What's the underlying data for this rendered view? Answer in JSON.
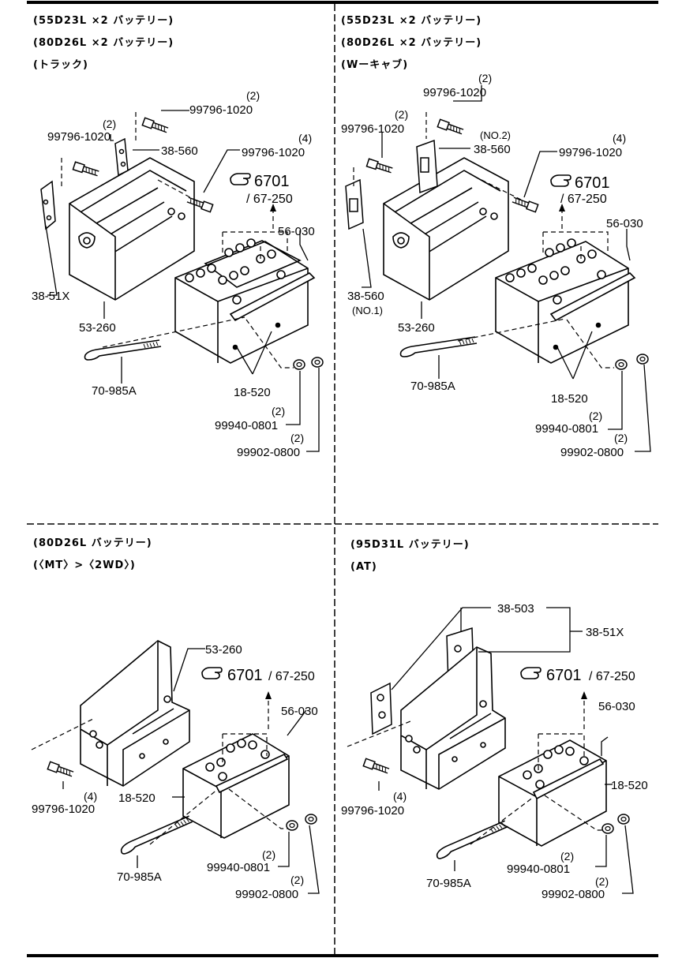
{
  "panels": [
    {
      "headers": [
        "(55D23L  ×2  バッテリー)",
        "(80D26L  ×2  バッテリー)",
        "(トラック)"
      ],
      "labels": {
        "bolt_top": "99796-1020",
        "bolt_top_qty": "(2)",
        "bolt_left": "99796-1020",
        "bolt_left_qty": "(2)",
        "bracket_38_560": "38-560",
        "bolt_right": "99796-1020",
        "bolt_right_qty": "(4)",
        "ref_main": "6701",
        "ref_sub": "/ 67-250",
        "battery": "56-030",
        "bracket_38_51x": "38-51X",
        "tray": "53-260",
        "rod": "70-985A",
        "holder": "18-520",
        "nut1": "99940-0801",
        "nut1_qty": "(2)",
        "nut2": "99902-0800",
        "nut2_qty": "(2)"
      }
    },
    {
      "headers": [
        "(55D23L  ×2  バッテリー)",
        "(80D26L  ×2  バッテリー)",
        "(Wーキャブ)"
      ],
      "labels": {
        "bolt_top": "99796-1020",
        "bolt_top_qty": "(2)",
        "bolt_left": "99796-1020",
        "bolt_left_qty": "(2)",
        "no2": "(NO.2)",
        "bracket_38_560": "38-560",
        "bolt_right": "99796-1020",
        "bolt_right_qty": "(4)",
        "ref_main": "6701",
        "ref_sub": "/ 67-250",
        "battery": "56-030",
        "bracket_38_560_no1": "38-560",
        "no1": "(NO.1)",
        "tray": "53-260",
        "rod": "70-985A",
        "holder": "18-520",
        "nut1": "99940-0801",
        "nut1_qty": "(2)",
        "nut2": "99902-0800",
        "nut2_qty": "(2)"
      }
    },
    {
      "headers": [
        "(80D26L  バッテリー)",
        "(〈MT〉>〈2WD〉)"
      ],
      "labels": {
        "tray": "53-260",
        "ref_main": "6701",
        "ref_sub": "/ 67-250",
        "battery": "56-030",
        "bolt": "99796-1020",
        "bolt_qty": "(4)",
        "holder": "18-520",
        "rod": "70-985A",
        "nut1": "99940-0801",
        "nut1_qty": "(2)",
        "nut2": "99902-0800",
        "nut2_qty": "(2)"
      }
    },
    {
      "headers": [
        "(95D31L  バッテリー)",
        "(AT)"
      ],
      "labels": {
        "plate": "38-503",
        "bracket": "38-51X",
        "ref_main": "6701",
        "ref_sub": "/ 67-250",
        "battery": "56-030",
        "holder": "18-520",
        "bolt": "99796-1020",
        "bolt_qty": "(4)",
        "rod": "70-985A",
        "nut1": "99940-0801",
        "nut1_qty": "(2)",
        "nut2": "99902-0800",
        "nut2_qty": "(2)"
      }
    }
  ]
}
